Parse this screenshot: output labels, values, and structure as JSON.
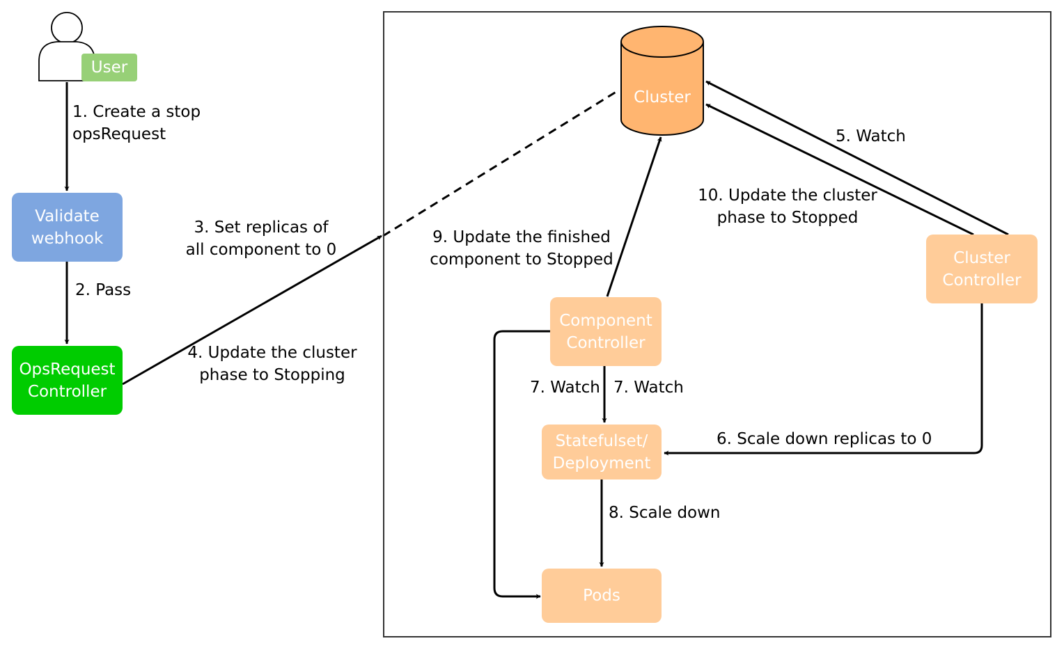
{
  "colors": {
    "validate": "#7ea6e0",
    "opsrequest": "#00cc00",
    "orange_light": "#ffcc99",
    "cluster_fill": "#ffb570",
    "cluster_stroke": "#000000",
    "user_badge": "#97d077",
    "line": "#000000"
  },
  "nodes": {
    "user": {
      "label": "User"
    },
    "validate": {
      "label": "Validate\nwebhook"
    },
    "opsrequest": {
      "label": "OpsRequest\nController"
    },
    "cluster": {
      "label": "Cluster"
    },
    "cluster_controller": {
      "label": "Cluster\nController"
    },
    "component_controller": {
      "label": "Component\nController"
    },
    "statefulset": {
      "label": "Statefulset/\nDeployment"
    },
    "pods": {
      "label": "Pods"
    }
  },
  "edges": {
    "e1": "1. Create a stop\n    opsRequest",
    "e2": "2. Pass",
    "e3": "3. Set replicas of\nall component to 0",
    "e4": "4. Update the cluster\nphase to Stopping",
    "e5": "5. Watch",
    "e6": "6. Scale down replicas to 0",
    "e7a": "7. Watch",
    "e7b": "7. Watch",
    "e8": "8. Scale down",
    "e9": "9. Update the finished\ncomponent to Stopped",
    "e10": "10. Update the cluster\nphase to Stopped"
  }
}
